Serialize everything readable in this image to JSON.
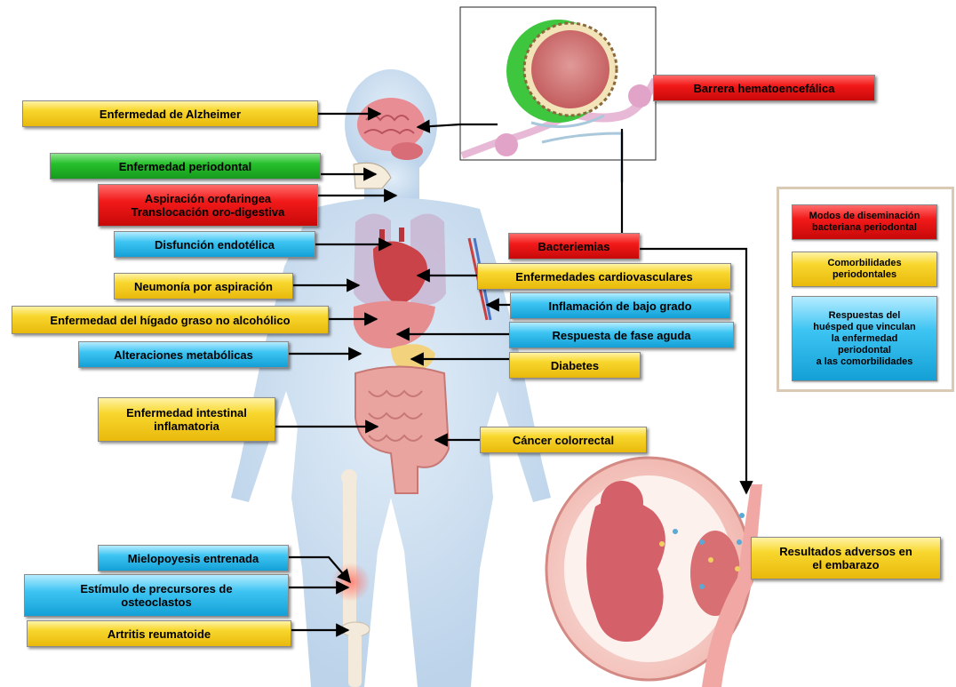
{
  "colors": {
    "yellow": "#f8d72e",
    "red": "#f21a1a",
    "green": "#26c02c",
    "blue": "#3dc4f2"
  },
  "labels": {
    "alzheimer": "Enfermedad de Alzheimer",
    "periodontal": "Enfermedad periodontal",
    "aspiracion": "Aspiración orofaringea\nTranslocación oro-digestiva",
    "disfuncion": "Disfunción  endotélica",
    "neumonia": "Neumonía por aspiración",
    "higado": "Enfermedad del hígado graso no alcohólico",
    "metabolicas": "Alteraciones metabólicas",
    "intestinal": "Enfermedad intestinal\ninflamatoria",
    "mielopoyesis": "Mielopoyesis entrenada",
    "osteoclastos": "Estímulo  de  precursores  de\nosteoclastos",
    "artritis": "Artritis  reumatoide",
    "barrera": "Barrera hematoencefálica",
    "bacteriemias": "Bacteriemias",
    "cardiovasculares": "Enfermedades cardiovasculares",
    "inflamacion": "Inflamación de bajo grado",
    "fase_aguda": "Respuesta  de fase aguda",
    "diabetes": "Diabetes",
    "colorrectal": "Cáncer colorrectal",
    "embarazo": "Resultados  adversos  en\nel embarazo"
  },
  "legend": {
    "red": "Modos de diseminación\nbacteriana periodontal",
    "yellow": "Comorbilidades\nperiodontales",
    "blue": "Respuestas del\nhuésped que vinculan\nla enfermedad\nperiodontal\na las comorbilidades"
  }
}
